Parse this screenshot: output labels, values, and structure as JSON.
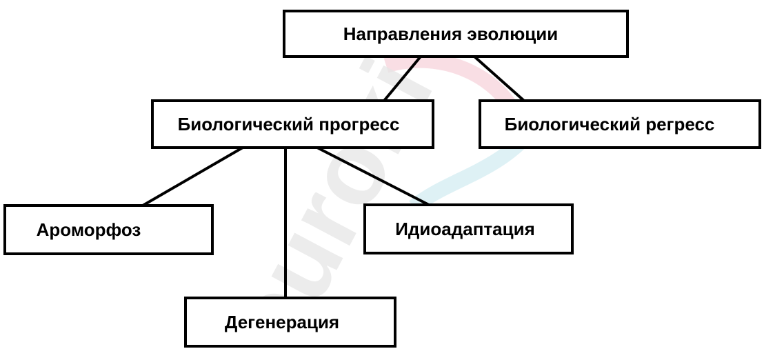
{
  "diagram": {
    "root": "Направления эволюции",
    "level1": [
      "Биологический прогресс",
      "Биологический регресс"
    ],
    "level2": [
      "Ароморфоз",
      "Идиоадаптация",
      "Дегенерация"
    ]
  },
  "watermark": {
    "text": "euroki",
    "colors": [
      "#e0e0e0",
      "#f3c6cf",
      "#fbe8a6",
      "#bfe6ee"
    ]
  }
}
